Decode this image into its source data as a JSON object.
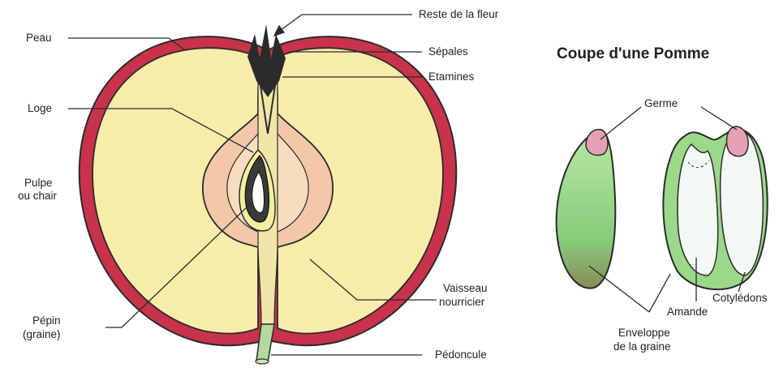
{
  "title": "Coupe d'une Pomme",
  "labels": {
    "reste_fleur": "Reste de la fleur",
    "peau": "Peau",
    "sepales": "Sépales",
    "etamines": "Etamines",
    "loge": "Loge",
    "pulpe_1": "Pulpe",
    "pulpe_2": "ou chair",
    "vaisseau_1": "Vaisseau",
    "vaisseau_2": "nourricier",
    "pepin_1": "Pépin",
    "pepin_2": "(graine)",
    "pedoncule": "Pédoncule",
    "germe": "Germe",
    "amande": "Amande",
    "cotyledons": "Cotylédons",
    "enveloppe_1": "Enveloppe",
    "enveloppe_2": "de la graine"
  },
  "colors": {
    "skin": "#c8324a",
    "flesh": "#f8ecaa",
    "core": "#f2c8a8",
    "seed_coat": "#9cd88a",
    "germ": "#e6a0b4",
    "outline": "#2b2b2b"
  }
}
